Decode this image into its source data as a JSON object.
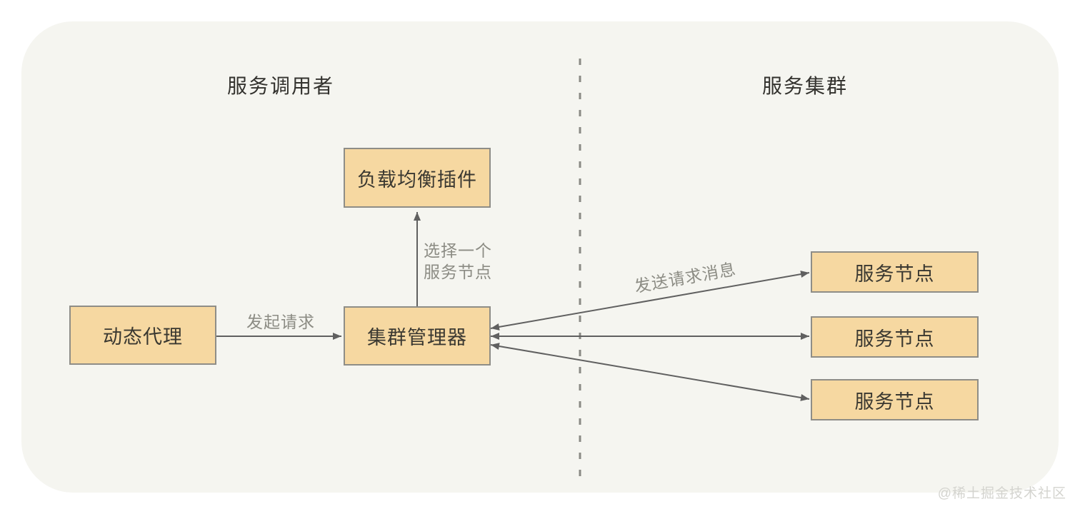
{
  "diagram": {
    "sections": {
      "left_title": "服务调用者",
      "right_title": "服务集群"
    },
    "nodes": {
      "dynamic_proxy": {
        "label": "动态代理"
      },
      "cluster_manager": {
        "label": "集群管理器"
      },
      "load_balancer": {
        "label": "负载均衡插件"
      },
      "service_nodes": [
        {
          "label": "服务节点"
        },
        {
          "label": "服务节点"
        },
        {
          "label": "服务节点"
        }
      ]
    },
    "edges": {
      "initiate_request": "发起请求",
      "select_one_line1": "选择一个",
      "select_one_line2": "服务节点",
      "send_request": "发送请求消息"
    },
    "colors": {
      "canvas_bg": "#f5f5f0",
      "node_fill": "#f6d8a1",
      "node_border": "#8e8d87",
      "arrow": "#606060",
      "edge_label": "#8c8c84",
      "node_text": "#3a3831",
      "title_text": "#33322e",
      "watermark_text": "#d4d4cf"
    },
    "watermark": "@稀土掘金技术社区"
  }
}
